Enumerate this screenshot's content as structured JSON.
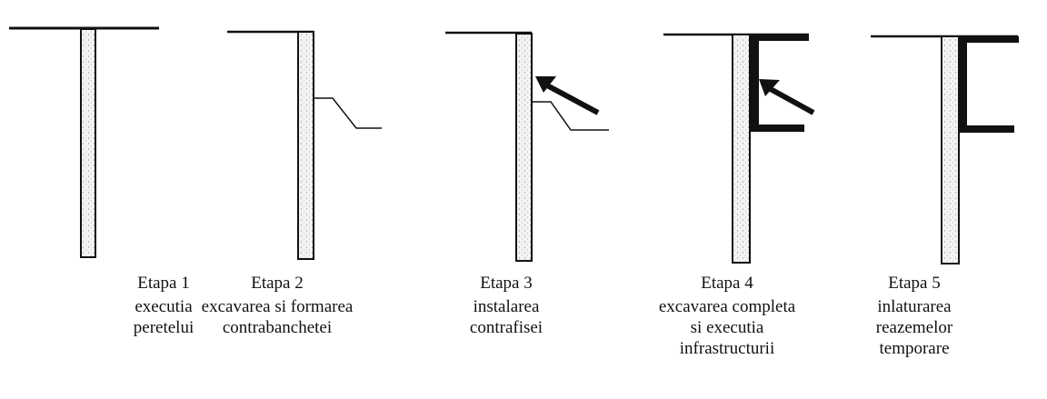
{
  "stages": [
    {
      "title": "Etapa 1",
      "lines": [
        "executia",
        "peretelui"
      ]
    },
    {
      "title": "Etapa 2",
      "lines": [
        "excavarea si formarea",
        "contrabanchetei"
      ]
    },
    {
      "title": "Etapa 3",
      "lines": [
        "instalarea",
        "contrafisei"
      ]
    },
    {
      "title": "Etapa 4",
      "lines": [
        "excavarea completa",
        "si executia",
        "infrastructurii"
      ]
    },
    {
      "title": "Etapa 5",
      "lines": [
        "inlaturarea",
        "reazemelor",
        "temporare"
      ]
    }
  ]
}
